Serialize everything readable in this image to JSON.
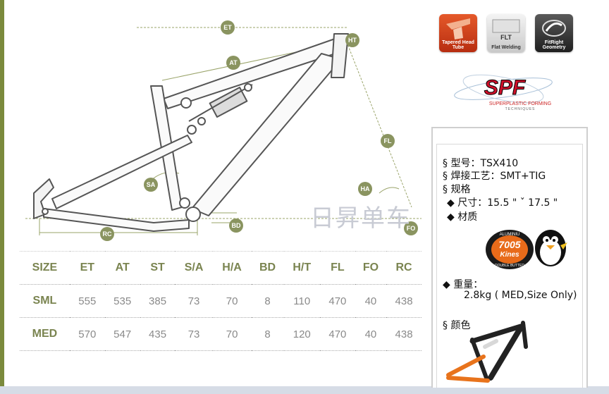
{
  "table": {
    "headers": [
      "SIZE",
      "ET",
      "AT",
      "ST",
      "S/A",
      "H/A",
      "BD",
      "H/T",
      "FL",
      "FO",
      "RC"
    ],
    "rows": [
      [
        "SML",
        "555",
        "535",
        "385",
        "73",
        "70",
        "8",
        "110",
        "470",
        "40",
        "438"
      ],
      [
        "MED",
        "570",
        "547",
        "435",
        "73",
        "70",
        "8",
        "120",
        "470",
        "40",
        "438"
      ]
    ]
  },
  "diagram_labels": {
    "et": "ET",
    "at": "AT",
    "ht": "HT",
    "fl": "FL",
    "sa": "SA",
    "ha": "HA",
    "bd": "BD",
    "rc": "RC",
    "fo": "FO"
  },
  "badges": {
    "tapered": "Tapered Head Tube",
    "flt_big": "FLT",
    "flt": "Flat Welding",
    "fitright": "FitRight Geometry"
  },
  "spf": {
    "logo": "SPF",
    "sub": "SUPERPLASTIC FORMING",
    "sub2": "TECHNIQUES"
  },
  "watermark": "日昇单车",
  "specs": {
    "model": "§ 型号：TSX410",
    "weld": "§ 焊接工艺：SMT+TIG",
    "spec": "§ 规格",
    "size": "◆ 尺寸：15.5 \"    ˇ 17.5 \"",
    "material": "◆ 材质",
    "weight_label": "◆ 重量：",
    "weight_value": "2.8kg ( MED,Size Only)",
    "color": "§ 颜色"
  },
  "material_logo": {
    "top": "ALUMINIU",
    "number": "7005",
    "brand": "Kines",
    "bottom": "DOUBLE BUTTED"
  },
  "colors": {
    "accent": "#7b8a3c",
    "label_bg": "#8a9460",
    "frame_line": "#555555",
    "dim_line": "#9aa46a"
  }
}
